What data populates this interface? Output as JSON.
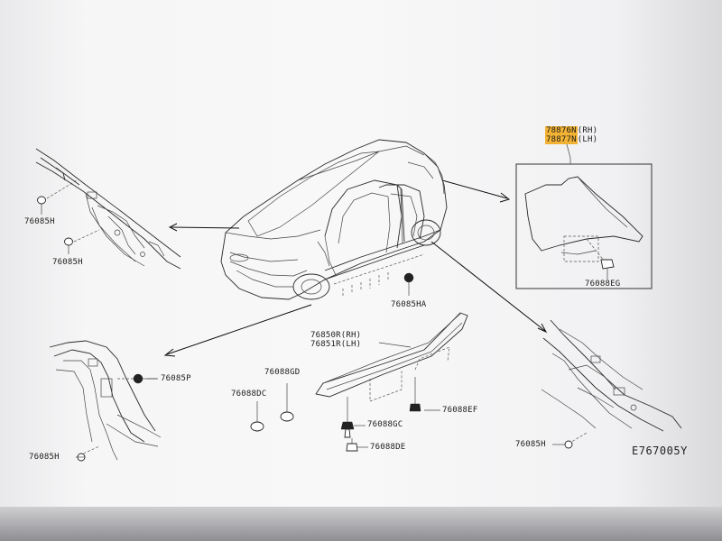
{
  "labels": {
    "rh_part": "78876N",
    "lh_part": "78877N",
    "rh_side": "(RH)",
    "lh_side": "(LH)",
    "clip_eg": "76088EG",
    "plug_h_upper": "76085H",
    "plug_h_lower": "76085H",
    "plug_ha": "76085HA",
    "plug_p": "76085P",
    "plug_h_pillar": "76085H",
    "plug_h_rear": "76085H",
    "sill_rh": "76850R",
    "sill_lh": "76851R",
    "sill_rh_side": "(RH)",
    "sill_lh_side": "(LH)",
    "clip_gd": "76088GD",
    "clip_dc": "76088DC",
    "clip_gc": "76088GC",
    "clip_ef": "76088EF",
    "clip_de": "76088DE"
  },
  "diagram_code": "E767005Y",
  "colors": {
    "highlight": "#f2b233",
    "line": "#2a2a2a"
  }
}
